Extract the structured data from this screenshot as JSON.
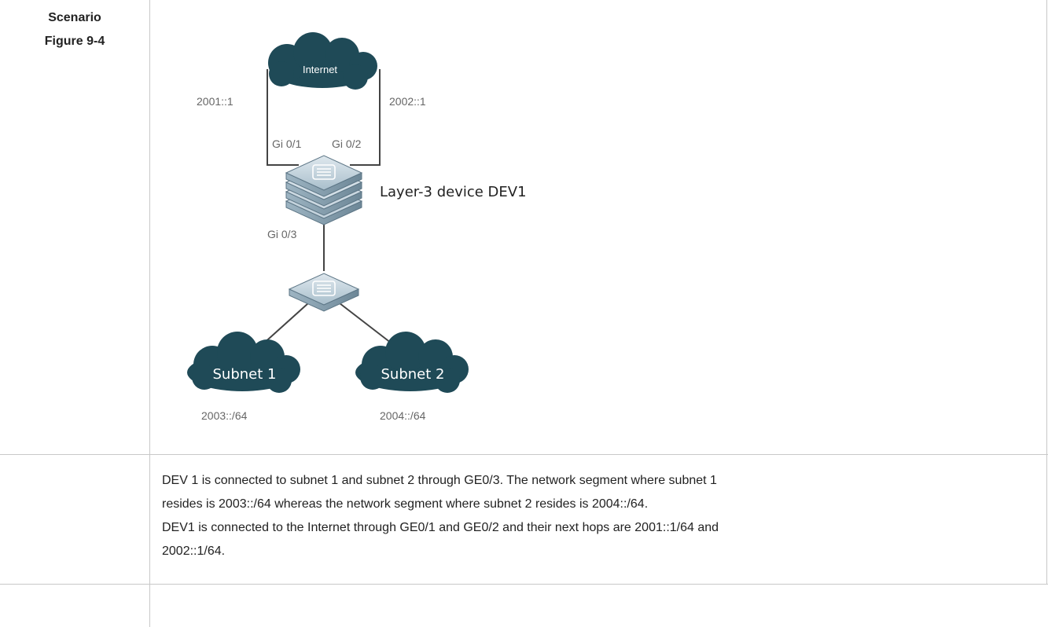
{
  "labels": {
    "scenario": "Scenario",
    "figure": "Figure 9-4"
  },
  "diagram": {
    "internet_label": "Internet",
    "left_ip": "2001::1",
    "right_ip": "2002::1",
    "port_left": "Gi 0/1",
    "port_right": "Gi 0/2",
    "device_label": "Layer-3 device DEV1",
    "port_down": "Gi 0/3",
    "subnet1_label": "Subnet 1",
    "subnet2_label": "Subnet 2",
    "subnet1_prefix": "2003::/64",
    "subnet2_prefix": "2004::/64",
    "cloud_color": "#1f4a57",
    "device_color": "#8fa9b8"
  },
  "description": {
    "line1": "DEV 1 is connected to subnet 1 and subnet 2 through GE0/3. The network segment where subnet 1",
    "line2": "resides is 2003::/64 whereas the network segment where subnet 2 resides is 2004::/64.",
    "line3": "DEV1 is connected to the Internet through GE0/1 and GE0/2 and their next hops are 2001::1/64 and",
    "line4": "2002::1/64."
  }
}
